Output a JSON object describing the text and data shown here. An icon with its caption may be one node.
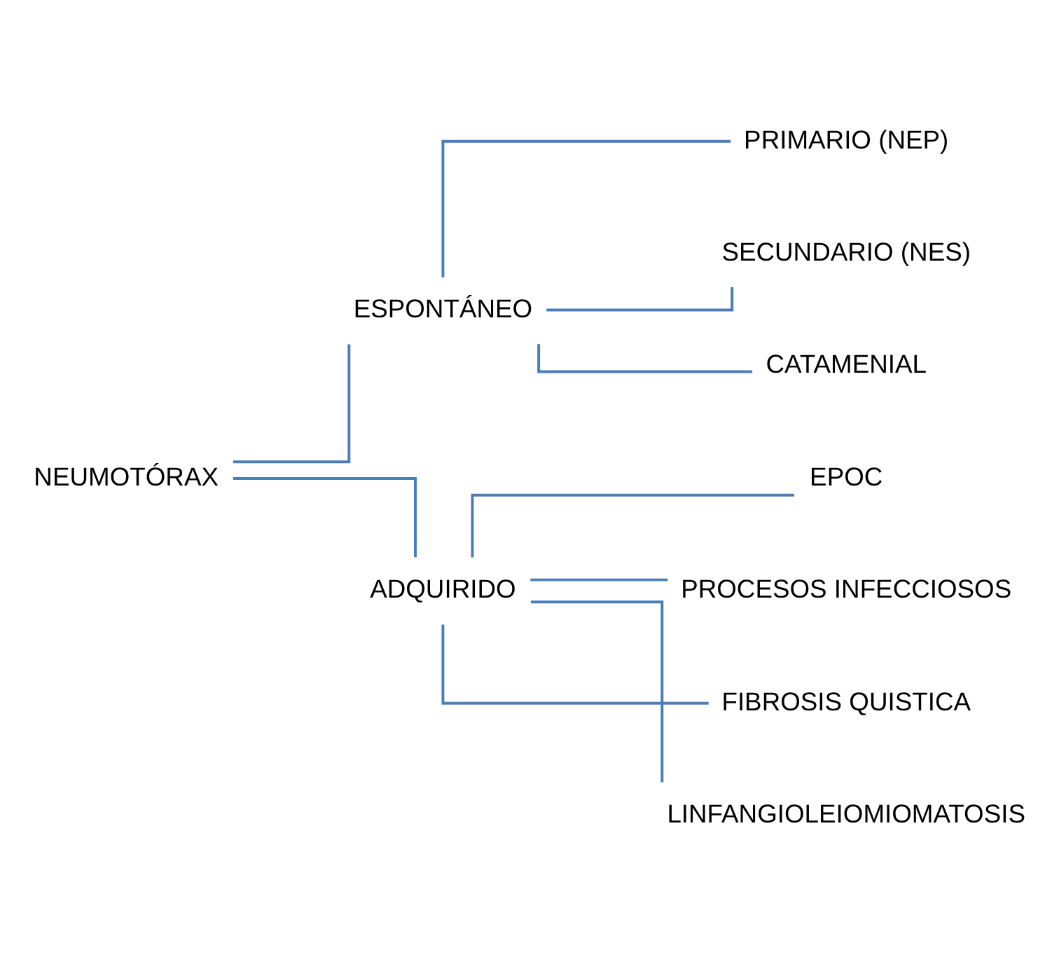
{
  "diagram": {
    "nodes": [
      {
        "text": [
          "NEUMOTÓRAX"
        ]
      },
      {
        "text": [
          "ESPONTÁNEO"
        ]
      },
      {
        "text": [
          "PRIMARIO (NEP)"
        ]
      },
      {
        "text": [
          "SECUNDARIO (NES)"
        ]
      },
      {
        "text": [
          "CATAMENIAL"
        ]
      },
      {
        "text": [
          "ADQUIRIDO"
        ]
      },
      {
        "text": [
          "EPOC"
        ]
      },
      {
        "text": [
          "PROCESOS INFECCIOSOS"
        ]
      },
      {
        "text": [
          "FIBROSIS QUISTICA"
        ]
      },
      {
        "text": [
          "LINFANGIOLEIOMIOMATOSIS"
        ]
      }
    ],
    "edges": [
      {
        "from": 0,
        "to": 1,
        "arrow": "none"
      },
      {
        "from": 0,
        "to": 5,
        "arrow": "none"
      },
      {
        "from": 1,
        "to": 2,
        "arrow": "none"
      },
      {
        "from": 1,
        "to": 3,
        "arrow": "none"
      },
      {
        "from": 1,
        "to": 4,
        "arrow": "none"
      },
      {
        "from": 5,
        "to": 6,
        "arrow": "none"
      },
      {
        "from": 5,
        "to": 7,
        "arrow": "none"
      },
      {
        "from": 5,
        "to": 8,
        "arrow": "none"
      },
      {
        "from": 5,
        "to": 9,
        "arrow": "none"
      }
    ]
  }
}
